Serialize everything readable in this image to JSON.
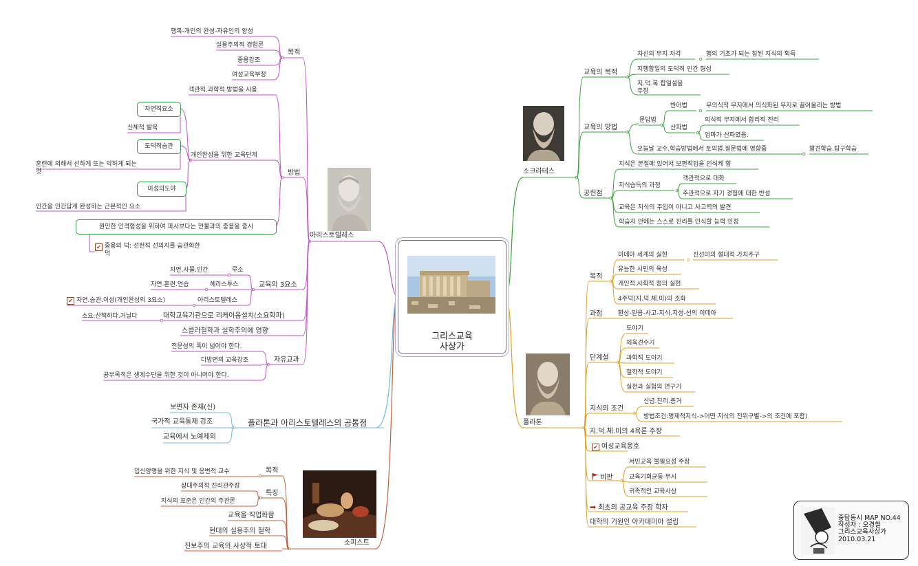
{
  "center": {
    "title": "그리스교육\n사상가"
  },
  "aristotle": {
    "name": "아리스토텔레스",
    "purpose": {
      "label": "목적",
      "items": [
        "행복-개인의 완성-자유인의 양성",
        "실용주의적 경험론",
        "중용강조",
        "여성교육부정"
      ]
    },
    "method": {
      "label": "방법",
      "item1": "객관적.과학적 방법을 사용",
      "stages": {
        "label": "개인완성을 위한 교육단계",
        "natural": "자연적요소",
        "natural_desc": "신체적 발육",
        "habit": "도덕적습관",
        "habit_desc": "훈련에 의해서 선하게 또는 악하게 되는\n것",
        "reason": "이성의도야",
        "reason_desc": "인간을 인간답게 완성하는 근본적인 요소"
      },
      "moderation": "원만한 인격형성을 위하여 파사보다는 만물과의 중용을 중시",
      "moderation_note": "중용의 덕: 선천적 선의지를 습관화한\n덕"
    },
    "three": {
      "label": "교육의 3요소",
      "items": [
        {
          "src": "자연.사물.인간",
          "who": "루소"
        },
        {
          "src": "자연.훈련.연습",
          "who": "헤라스투스"
        },
        {
          "src": "자연.습관.이성(개인완성의 3요소)",
          "who": "아리스토텔레스"
        }
      ]
    },
    "lyceum": {
      "label": "대학교육기관으로 리케이옴설치(소요학파)",
      "note": "소요:산책하다.거닐다"
    },
    "influence": "스콜라철학과 실학주의에 영향",
    "liberal": {
      "label": "자유교과",
      "items": [
        "전문성의 폭이 넓어야 한다.",
        "다방면의 교육강조",
        "공부목적은 생계수단을 위한 것이 아니어야 한다."
      ]
    }
  },
  "common": {
    "label": "플라톤과 아리스토텔레스의 공통점",
    "items": [
      "보편자 존재(신)",
      "국가적 교육통제 강조",
      "교육에서 노예제외"
    ]
  },
  "sophist": {
    "name": "소피스트",
    "purpose": {
      "label": "목적",
      "item": "입신양명을 위한 지식 및 웅변적 교수"
    },
    "traits": {
      "label": "특징",
      "items": [
        "상대주의적 진리관주장",
        "지식의 표준은 인간의 주관론"
      ]
    },
    "others": [
      "교육을 직업화함",
      "현대의 실용주의 철학",
      "진보주의 교육의 사상적 토대"
    ]
  },
  "socrates": {
    "name": "소크라테스",
    "goal": {
      "label": "교육의 목적",
      "a": "자신의 무지 자각",
      "a2": "행의 기초가 되는 참된 지식의 획득",
      "b": "지행합일의 도덕적 인간 형성",
      "c": "지.덕.복 합일설을\n주장"
    },
    "method": {
      "label": "교육의 방법",
      "dialog": "문답법",
      "irony": "반어법",
      "irony_desc": "무의식적 무지에서 의식화된 무지로 끌어올리는 방법",
      "maieutic": "산파법",
      "maieutic_1": "의식적 무지에서 합리적 진리",
      "maieutic_2": "엄마가 산파였음.",
      "influence": "오늘날 교수.학습방법에서 토의법.질문법에 영향줌",
      "influence_2": "발견학습.탐구학습"
    },
    "contrib": {
      "label": "공헌점",
      "items": [
        "지식은 본질에 있어서 보편적임을 인식케 함",
        "지식습득의 과정",
        "교육은 지식의 주입이 아니고 사고력의 발견",
        "학습자 안에는 스스로 진리를 인식할 능력 인정"
      ],
      "process": [
        "객관적으로 대화",
        "주관적으로 자기 경험에 대한 반성"
      ]
    }
  },
  "plato": {
    "name": "플라톤",
    "purpose": {
      "label": "목적",
      "items": [
        "이데아 세계의 실현",
        "유능한 시민의 육성",
        "개인적.사회적 정의 실현",
        "4주덕(지.덕.체.미)의 조화"
      ],
      "ideal": "진선미의 절대적 가치추구"
    },
    "process": {
      "label": "과정",
      "item": "환상-믿음-사고-지식.지성-선의 이데아"
    },
    "stages": {
      "label": "단계설",
      "items": [
        "도야기",
        "체육견수기",
        "과학적 도야기",
        "철학적 도야기",
        "실천과 실험의 연구기"
      ]
    },
    "knowledge": {
      "label": "지식의 조건",
      "items": [
        "신념.진리.증거",
        "방법조건:명제적지식->어떤 지식의 진위구별->의 조건에 포함)"
      ]
    },
    "four": "지.덕.체.미의 4육론 주장",
    "women": "여성교육옹호",
    "critique": {
      "label": "비판",
      "items": [
        "서민교육 불필요성 주장",
        "교육기회균등 무시",
        "귀족적인 교육사상"
      ]
    },
    "public": "최초의 공교육 주장 학자",
    "academy": "대학의 기원인 아카데미아 설립"
  },
  "footer": {
    "lines": [
      "중탑동시 MAP NO.44",
      "작성자 : 오경철",
      "그리스교육사상가",
      "2010.03.21"
    ]
  },
  "colors": {
    "aristotle": "#c050c8",
    "socrates": "#3aa03a",
    "plato": "#e0a020",
    "sophist": "#c0603a",
    "common": "#70b8d8"
  }
}
